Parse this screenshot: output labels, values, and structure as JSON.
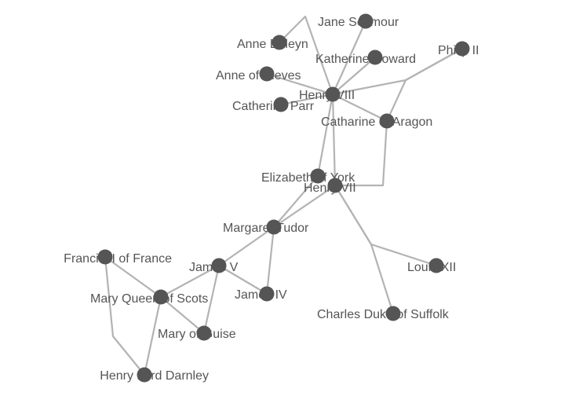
{
  "colors": {
    "node": "#555555",
    "link": "#b3b3b3",
    "label": "#555555",
    "background": "#ffffff"
  },
  "nodes": [
    {
      "id": "jane_seymour",
      "label": "Jane Seymour"
    },
    {
      "id": "anne_boleyn",
      "label": "Anne Boleyn"
    },
    {
      "id": "katherine_howard",
      "label": "Katherine Howard"
    },
    {
      "id": "philip",
      "label": "Philip II"
    },
    {
      "id": "anne_cleves",
      "label": "Anne of Cleves"
    },
    {
      "id": "henry_viii",
      "label": "Henry VIII"
    },
    {
      "id": "catherine_parr",
      "label": "Catherine Parr"
    },
    {
      "id": "catharine_aragon",
      "label": "Catharine of Aragon"
    },
    {
      "id": "elizabeth_york",
      "label": "Elizabeth of York"
    },
    {
      "id": "henry_vii",
      "label": "Henry VII"
    },
    {
      "id": "margaret_tudor",
      "label": "Margaret Tudor"
    },
    {
      "id": "francis_ii",
      "label": "Francis II of France"
    },
    {
      "id": "james_v",
      "label": "James V"
    },
    {
      "id": "louis_xii",
      "label": "Louis XII"
    },
    {
      "id": "mary_scots",
      "label": "Mary Queen of Scots"
    },
    {
      "id": "james_iv",
      "label": "James IV"
    },
    {
      "id": "charles_suffolk",
      "label": "Charles Duke of Suffolk"
    },
    {
      "id": "mary_guise",
      "label": "Mary of Guise"
    },
    {
      "id": "henry_darnley",
      "label": "Henry Lord Darnley"
    }
  ],
  "links": [
    [
      "henry_viii",
      "jane_seymour"
    ],
    [
      "henry_viii",
      "anne_boleyn"
    ],
    [
      "henry_viii",
      "katherine_howard"
    ],
    [
      "henry_viii",
      "anne_cleves"
    ],
    [
      "henry_viii",
      "catherine_parr"
    ],
    [
      "henry_viii",
      "catharine_aragon"
    ],
    [
      "henry_viii",
      "philip"
    ],
    [
      "catharine_aragon",
      "philip"
    ],
    [
      "henry_viii",
      "elizabeth_york"
    ],
    [
      "henry_viii",
      "henry_vii"
    ],
    [
      "henry_vii",
      "catharine_aragon"
    ],
    [
      "henry_vii",
      "margaret_tudor"
    ],
    [
      "elizabeth_york",
      "margaret_tudor"
    ],
    [
      "henry_vii",
      "louis_xii"
    ],
    [
      "henry_vii",
      "charles_suffolk"
    ],
    [
      "margaret_tudor",
      "james_v"
    ],
    [
      "margaret_tudor",
      "james_iv"
    ],
    [
      "james_iv",
      "james_v"
    ],
    [
      "james_v",
      "mary_scots"
    ],
    [
      "james_v",
      "mary_guise"
    ],
    [
      "mary_scots",
      "mary_guise"
    ],
    [
      "mary_scots",
      "francis_ii"
    ],
    [
      "mary_scots",
      "henry_darnley"
    ],
    [
      "francis_ii",
      "henry_darnley"
    ]
  ]
}
